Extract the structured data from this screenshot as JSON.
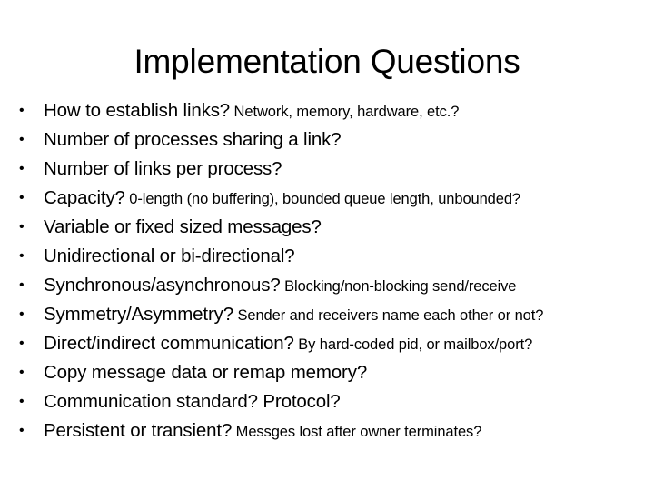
{
  "slide": {
    "title": "Implementation Questions",
    "background_color": "#ffffff",
    "text_color": "#000000",
    "bullet_glyph": "•",
    "bullets": [
      {
        "main": "How to establish links?",
        "detail": " Network, memory, hardware, etc.?"
      },
      {
        "main": "Number of processes sharing a link?",
        "detail": ""
      },
      {
        "main": "Number of links per process?",
        "detail": ""
      },
      {
        "main": "Capacity?",
        "detail": " 0-length (no buffering), bounded queue length, unbounded?"
      },
      {
        "main": "Variable or fixed sized messages?",
        "detail": ""
      },
      {
        "main": "Unidirectional or bi-directional?",
        "detail": ""
      },
      {
        "main": "Synchronous/asynchronous?",
        "detail": " Blocking/non-blocking send/receive"
      },
      {
        "main": "Symmetry/Asymmetry?",
        "detail": " Sender and receivers name each other or not?"
      },
      {
        "main": "Direct/indirect communication?",
        "detail": " By hard-coded pid, or mailbox/port?"
      },
      {
        "main": "Copy message data or remap memory?",
        "detail": ""
      },
      {
        "main": "Communication standard? Protocol?",
        "detail": ""
      },
      {
        "main": "Persistent or transient?",
        "detail": " Messges lost after owner terminates?"
      }
    ]
  }
}
